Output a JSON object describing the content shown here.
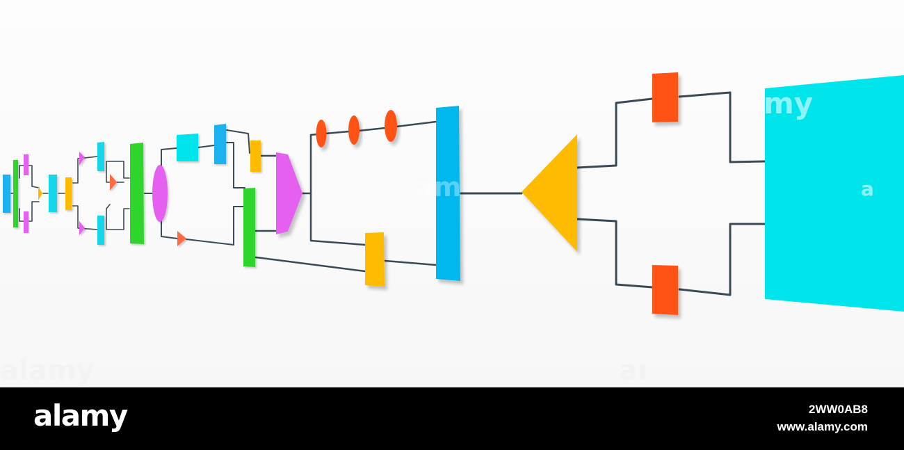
{
  "image_description_free": true,
  "colors": {
    "cyan": "#00e5ec",
    "sky_blue": "#00b8ee",
    "orange_red": "#ff5212",
    "amber": "#ffbb00",
    "green": "#2fd52a",
    "magenta": "#e560ee",
    "coral": "#ff6a45",
    "connector": "#3a4a55",
    "footer_bg": "#000000",
    "footer_text": "#ffffff"
  },
  "watermark": {
    "word": "alamy",
    "fragments": [
      "my",
      "a",
      "am",
      "aı"
    ]
  },
  "footer": {
    "logo": "alamy",
    "image_id": "2WW0AB8",
    "url": "www.alamy.com"
  }
}
